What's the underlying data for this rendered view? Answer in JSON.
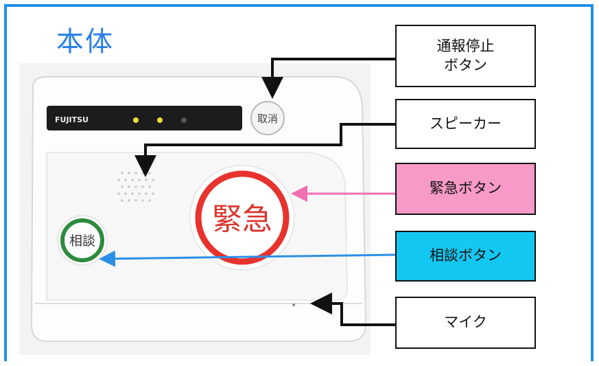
{
  "title": "本体",
  "labels": {
    "stop_button": "通報停止\nボタン",
    "speaker": "スピーカー",
    "emergency_button": "緊急ボタン",
    "consult_button": "相談ボタン",
    "mic": "マイク"
  },
  "device": {
    "brand": "FUJITSU",
    "cancel_button": "取消",
    "emergency_button": "緊急",
    "consult_button": "相談"
  },
  "colors": {
    "frame": "#1e90e8",
    "title": "#2a7fe6",
    "emergency_label_bg": "#f79ac8",
    "consult_label_bg": "#14c7f0",
    "emergency_arrow": "#ef6fb3",
    "consult_arrow": "#2b8fe8",
    "emergency_ring": "#e8322d",
    "consult_ring": "#2e8b3e"
  }
}
